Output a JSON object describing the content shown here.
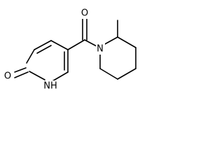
{
  "molecule": {
    "atoms": {
      "o_ketone": "O",
      "n_piperidine": "N",
      "o_pyridone": "O",
      "nh_pyridone": "NH"
    }
  },
  "colors": {
    "bond": "#000000",
    "text": "#000000",
    "background": "#ffffff"
  }
}
